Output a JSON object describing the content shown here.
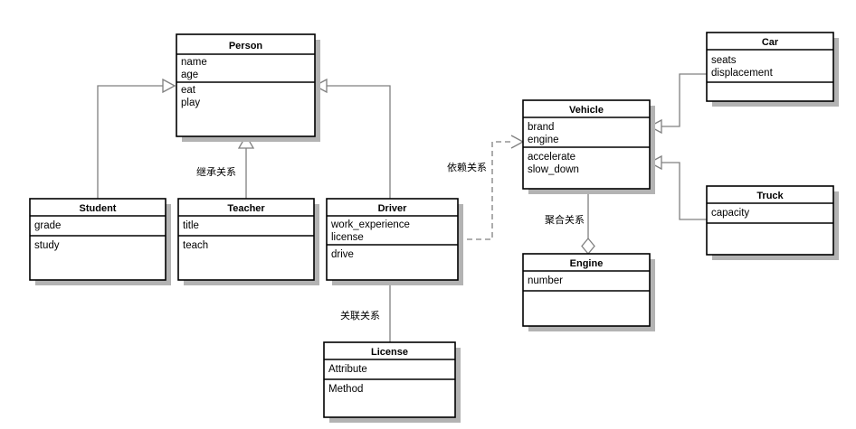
{
  "diagram": {
    "kind": "uml-class-diagram",
    "background": "#ffffff",
    "line_color": "#808080",
    "box_border_color": "#000000",
    "shadow_color": "#b3b3b3"
  },
  "classes": {
    "person": {
      "name": "Person",
      "attributes": [
        "name",
        "age"
      ],
      "methods": [
        "eat",
        "play"
      ]
    },
    "student": {
      "name": "Student",
      "attributes": [
        "grade"
      ],
      "methods": [
        "study"
      ]
    },
    "teacher": {
      "name": "Teacher",
      "attributes": [
        "title"
      ],
      "methods": [
        "teach"
      ]
    },
    "driver": {
      "name": "Driver",
      "attributes": [
        "work_experience",
        "license"
      ],
      "methods": [
        "drive"
      ]
    },
    "license": {
      "name": "License",
      "attributes": [
        "Attribute"
      ],
      "methods": [
        "Method"
      ]
    },
    "vehicle": {
      "name": "Vehicle",
      "attributes": [
        "brand",
        "engine"
      ],
      "methods": [
        "accelerate",
        "slow_down"
      ]
    },
    "car": {
      "name": "Car",
      "attributes": [
        "seats",
        "displacement"
      ],
      "methods": []
    },
    "truck": {
      "name": "Truck",
      "attributes": [
        "capacity"
      ],
      "methods": []
    },
    "engine": {
      "name": "Engine",
      "attributes": [
        "number"
      ],
      "methods": []
    }
  },
  "relationships": {
    "inheritance": {
      "label": "继承关系",
      "from": [
        "Student",
        "Teacher",
        "Driver"
      ],
      "to": "Person"
    },
    "dependency": {
      "label": "依赖关系",
      "from": "Driver",
      "to": "Vehicle"
    },
    "aggregation": {
      "label": "聚合关系",
      "from": "Vehicle",
      "to": "Engine"
    },
    "association": {
      "label": "关联关系",
      "from": "Driver",
      "to": "License"
    },
    "vehicle_inheritance": {
      "from": [
        "Car",
        "Truck"
      ],
      "to": "Vehicle"
    }
  }
}
